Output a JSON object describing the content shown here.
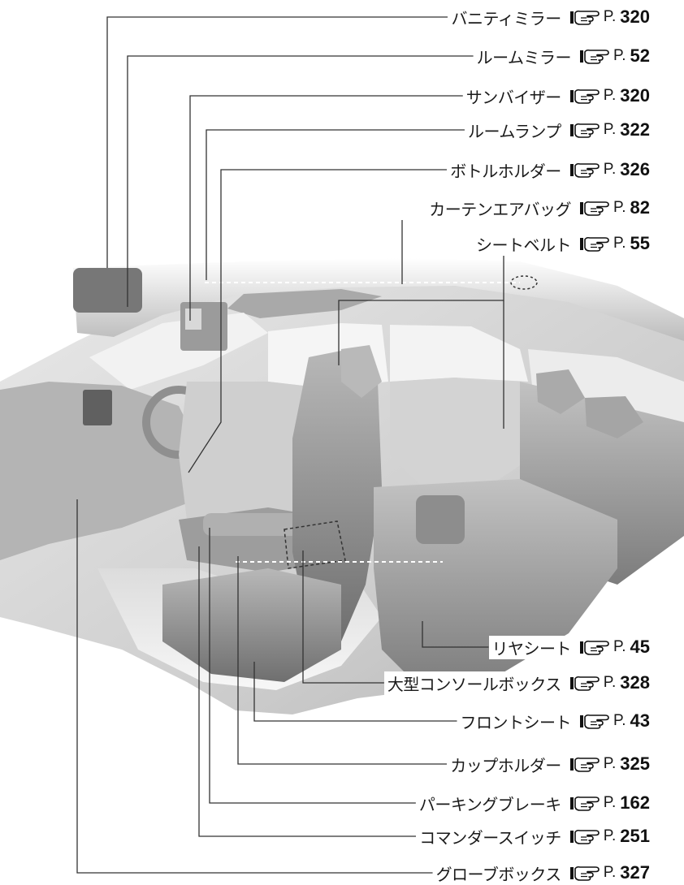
{
  "callouts": [
    {
      "id": "vanity-mirror",
      "label": "バニティミラー",
      "ref_prefix": "P.",
      "page": "320"
    },
    {
      "id": "room-mirror",
      "label": "ルームミラー",
      "ref_prefix": "P.",
      "page": "52"
    },
    {
      "id": "sun-visor",
      "label": "サンバイザー",
      "ref_prefix": "P.",
      "page": "320"
    },
    {
      "id": "room-lamp",
      "label": "ルームランプ",
      "ref_prefix": "P.",
      "page": "322"
    },
    {
      "id": "bottle-holder",
      "label": "ボトルホルダー",
      "ref_prefix": "P.",
      "page": "326"
    },
    {
      "id": "curtain-airbag",
      "label": "カーテンエアバッグ",
      "ref_prefix": "P.",
      "page": "82"
    },
    {
      "id": "seat-belt",
      "label": "シートベルト",
      "ref_prefix": "P.",
      "page": "55"
    },
    {
      "id": "rear-seat",
      "label": "リヤシート",
      "ref_prefix": "P.",
      "page": "45"
    },
    {
      "id": "console-box",
      "label": "大型コンソールボックス",
      "ref_prefix": "P.",
      "page": "328"
    },
    {
      "id": "front-seat",
      "label": "フロントシート",
      "ref_prefix": "P.",
      "page": "43"
    },
    {
      "id": "cup-holder",
      "label": "カップホルダー",
      "ref_prefix": "P.",
      "page": "325"
    },
    {
      "id": "parking-brake",
      "label": "パーキングブレーキ",
      "ref_prefix": "P.",
      "page": "162"
    },
    {
      "id": "commander-switch",
      "label": "コマンダースイッチ",
      "ref_prefix": "P.",
      "page": "251"
    },
    {
      "id": "glove-box",
      "label": "グローブボックス",
      "ref_prefix": "P.",
      "page": "327"
    }
  ],
  "reference_icon": "pointing-hand-icon",
  "colors": {
    "leader_line": "#333333",
    "interior_light": "#e6e6e6",
    "interior_mid": "#bdbdbd",
    "interior_dark": "#8c8c8c",
    "seat_dark": "#7a7a7a"
  }
}
